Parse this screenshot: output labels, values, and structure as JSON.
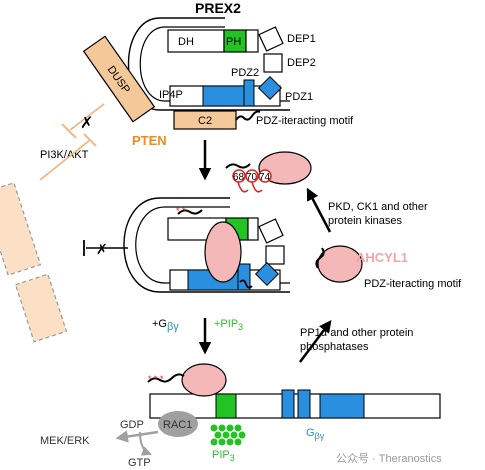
{
  "labels": {
    "prex2": "PREX2",
    "dh": "DH",
    "ph": "PH",
    "dep1": "DEP1",
    "dep2": "DEP2",
    "pdz2": "PDZ2",
    "pdz1": "PDZ1",
    "ip4p": "IP4P",
    "dusp": "DUSP",
    "c2": "C2",
    "pten": "PTEN",
    "pdz_motif_top": "PDZ-iteracting motif",
    "pi3k_akt": "PI3K/AKT",
    "phospho_sites": [
      "68",
      "70",
      "74"
    ],
    "pkd_line1": "PKD, CK1 and other",
    "pkd_line2": "protein kinases",
    "ahcyl1": "AHCYL1",
    "pdz_motif_mid": "PDZ-iteracting motif",
    "g_prefix": "+G",
    "g_sub": "βγ",
    "pip_prefix": "+PIP",
    "pip_sub": "3",
    "pp1_line1": "PP1α and other protein",
    "pp1_line2": "phosphatases",
    "gdp": "GDP",
    "rac1": "RAC1",
    "gtp": "GTP",
    "mek_erk": "MEK/ERK",
    "pip3_bottom": "PIP",
    "pip3_bottom_sub": "3",
    "gby_bottom": "G",
    "gby_bottom_sub": "βγ",
    "watermark": "公众号 · Theranostics"
  },
  "colors": {
    "pten_orange": "#f08a20",
    "pten_fill": "#f5c89a",
    "ph_green": "#22c322",
    "pdz_blue": "#2b8fe0",
    "ahcyl_pink": "#f4b8b8",
    "phospho_red": "#e02020",
    "gray": "#a0a0a0"
  }
}
